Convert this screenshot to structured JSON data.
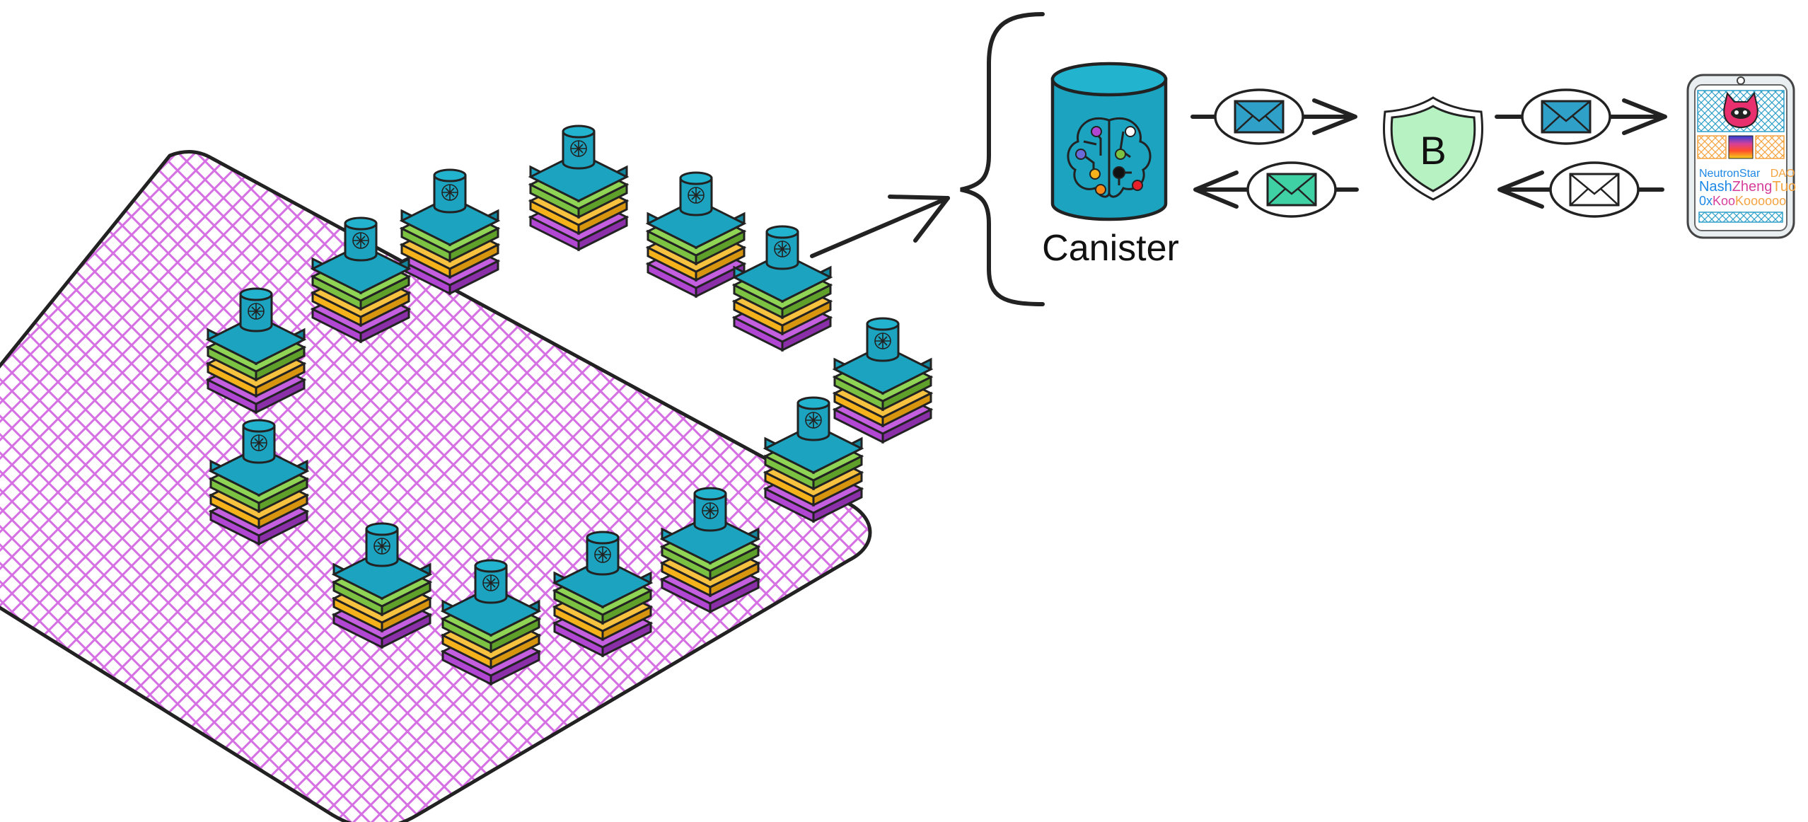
{
  "diagram": {
    "canister_label": "Canister",
    "boundary_letter": "B",
    "phone_lines": [
      [
        {
          "t": "NeutronStar",
          "c": "#1e88e5"
        },
        {
          "t": "DAO",
          "c": "#f4a340"
        }
      ],
      [
        {
          "t": "Nash",
          "c": "#1e88e5"
        },
        {
          "t": "Zheng",
          "c": "#d63f9a"
        },
        {
          "t": "Tuo",
          "c": "#f4a340"
        }
      ],
      [
        {
          "t": "0x",
          "c": "#1e88e5"
        },
        {
          "t": "Koo",
          "c": "#d63f9a"
        },
        {
          "t": "Koooooo",
          "c": "#f4a340"
        }
      ]
    ],
    "colors": {
      "teal": "#1ba3bf",
      "green": "#7cc242",
      "orange": "#f5b21b",
      "purple": "#b146d3",
      "mesh": "#d66fe3",
      "envelope_teal": "#2fa0c8",
      "envelope_green": "#3fd1a4",
      "shield_fill": "#b7f2c2"
    },
    "icons": [
      "canister-cylinder-icon",
      "brain-circuit-icon",
      "envelope-icon",
      "shield-b-icon",
      "phone-icon",
      "cat-mascot-icon"
    ]
  }
}
